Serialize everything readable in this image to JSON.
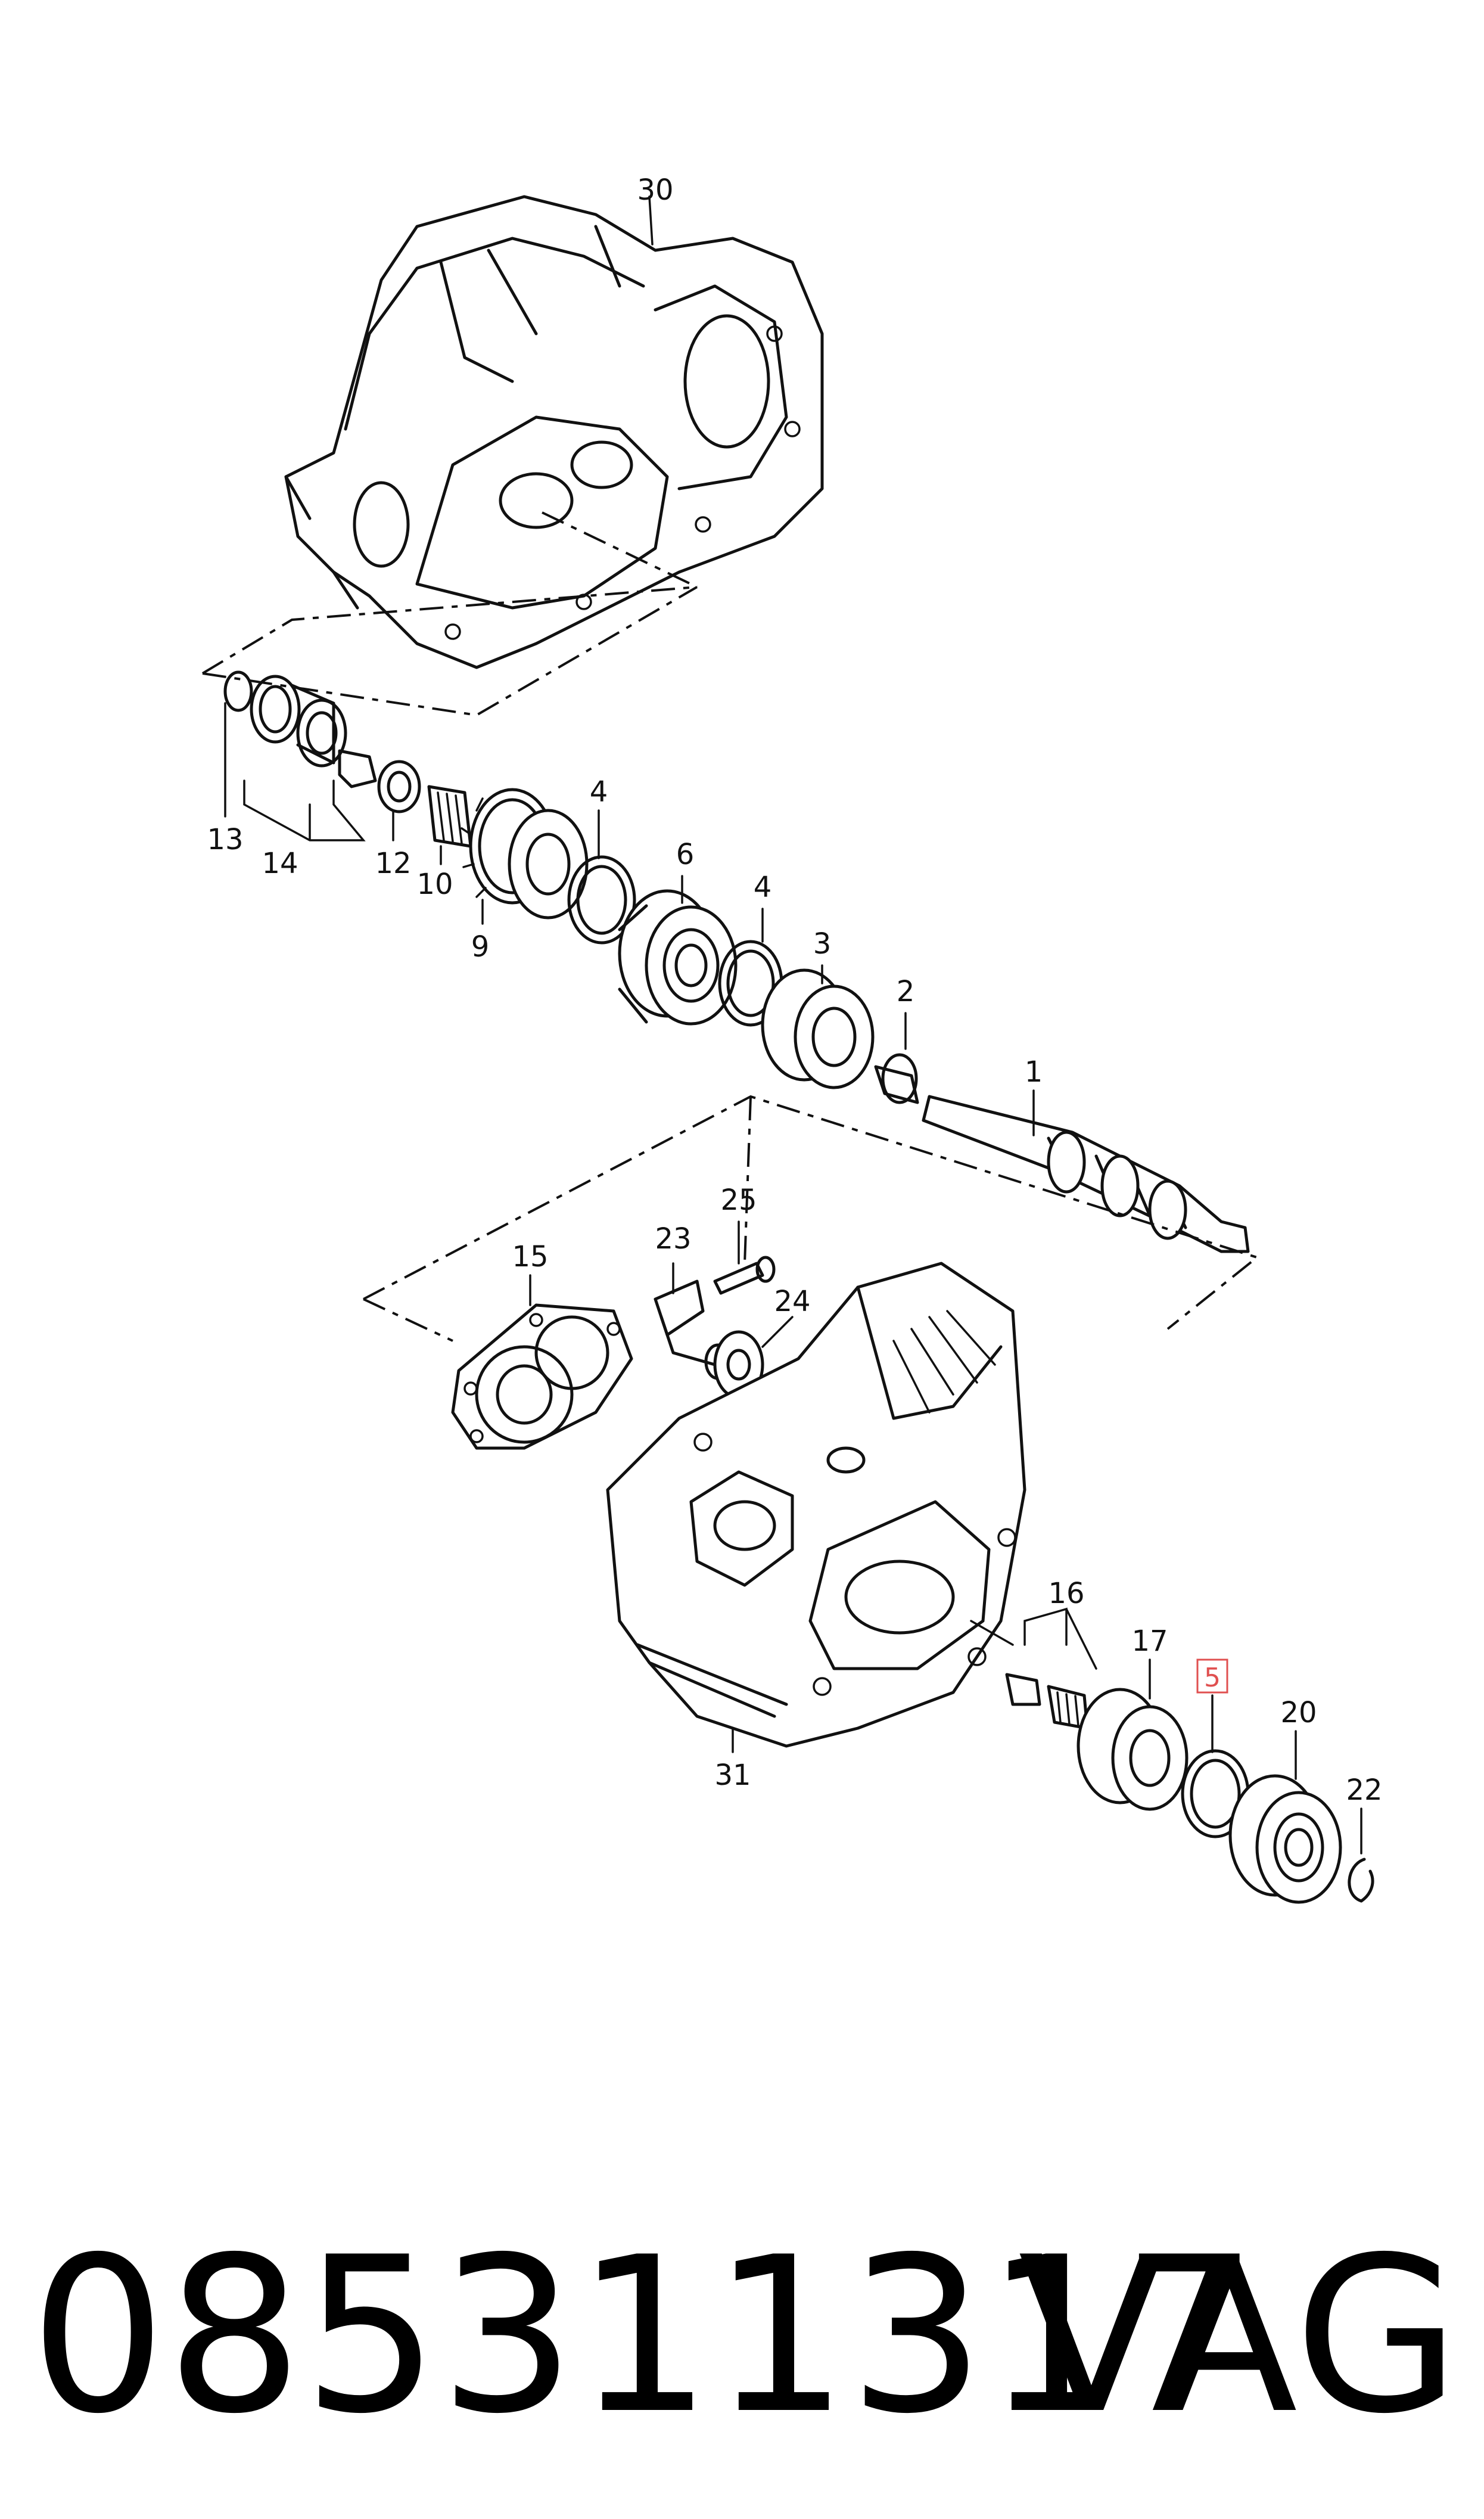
{
  "callouts": {
    "c30": "30",
    "c13": "13",
    "c14": "14",
    "c12": "12",
    "c10": "10",
    "c9": "9",
    "c4a": "4",
    "c6": "6",
    "c4b": "4",
    "c3": "3",
    "c2": "2",
    "c1": "1",
    "c15": "15",
    "c23": "23",
    "c25": "25",
    "c24": "24",
    "c16": "16",
    "c17": "17",
    "c5": "5",
    "c20": "20",
    "c22": "22",
    "c31": "31"
  },
  "footer": {
    "part_number": "085311317",
    "brand": "VAG"
  },
  "colors": {
    "highlight": "#e05050",
    "ink": "#111111"
  }
}
